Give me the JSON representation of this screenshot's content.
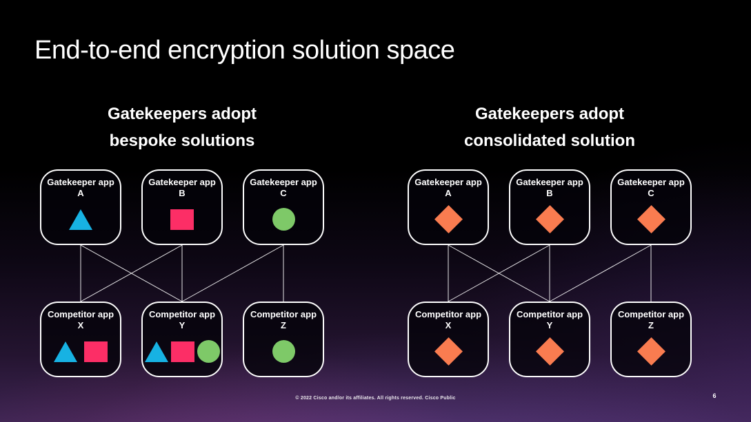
{
  "slide": {
    "title": "End-to-end encryption solution space",
    "footer": "© 2022 Cisco and/or its affiliates. All rights reserved. Cisco Public",
    "page_number": "6"
  },
  "colors": {
    "triangle": "#17b2e3",
    "square": "#fc2e66",
    "circle": "#7ec968",
    "diamond": "#f97c50",
    "box_border": "#ffffff",
    "connector": "#ffffff"
  },
  "diagrams": [
    {
      "id": "bespoke",
      "heading_line1": "Gatekeepers adopt",
      "heading_line2": "bespoke solutions",
      "top_row": [
        {
          "label_line1": "Gatekeeper app",
          "label_line2": "A",
          "shapes": [
            "triangle"
          ]
        },
        {
          "label_line1": "Gatekeeper app",
          "label_line2": "B",
          "shapes": [
            "square"
          ]
        },
        {
          "label_line1": "Gatekeeper app",
          "label_line2": "C",
          "shapes": [
            "circle"
          ]
        }
      ],
      "bottom_row": [
        {
          "label_line1": "Competitor app",
          "label_line2": "X",
          "shapes": [
            "triangle",
            "square"
          ]
        },
        {
          "label_line1": "Competitor app",
          "label_line2": "Y",
          "shapes": [
            "triangle",
            "square",
            "circle"
          ]
        },
        {
          "label_line1": "Competitor app",
          "label_line2": "Z",
          "shapes": [
            "circle"
          ]
        }
      ],
      "edges": [
        [
          0,
          0
        ],
        [
          0,
          1
        ],
        [
          1,
          0
        ],
        [
          1,
          1
        ],
        [
          2,
          1
        ],
        [
          2,
          2
        ]
      ]
    },
    {
      "id": "consolidated",
      "heading_line1": "Gatekeepers adopt",
      "heading_line2": "consolidated solution",
      "top_row": [
        {
          "label_line1": "Gatekeeper app",
          "label_line2": "A",
          "shapes": [
            "diamond"
          ]
        },
        {
          "label_line1": "Gatekeeper app",
          "label_line2": "B",
          "shapes": [
            "diamond"
          ]
        },
        {
          "label_line1": "Gatekeeper app",
          "label_line2": "C",
          "shapes": [
            "diamond"
          ]
        }
      ],
      "bottom_row": [
        {
          "label_line1": "Competitor app",
          "label_line2": "X",
          "shapes": [
            "diamond"
          ]
        },
        {
          "label_line1": "Competitor app",
          "label_line2": "Y",
          "shapes": [
            "diamond"
          ]
        },
        {
          "label_line1": "Competitor app",
          "label_line2": "Z",
          "shapes": [
            "diamond"
          ]
        }
      ],
      "edges": [
        [
          0,
          0
        ],
        [
          0,
          1
        ],
        [
          1,
          0
        ],
        [
          1,
          1
        ],
        [
          2,
          1
        ],
        [
          2,
          2
        ]
      ]
    }
  ]
}
